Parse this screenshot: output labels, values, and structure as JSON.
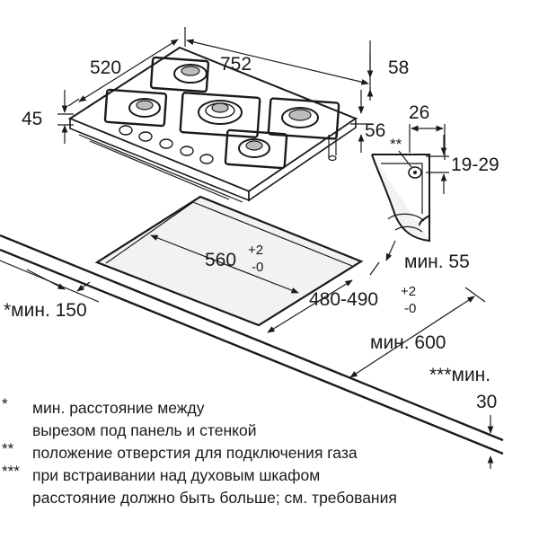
{
  "dimensions": {
    "width": "752",
    "depth": "520",
    "height": "45",
    "rear": "58",
    "side": "56",
    "bracket_width": "26",
    "bracket_height": "19-29",
    "bracket_mark": "**",
    "cutout_width": "560",
    "cutout_width_tol_plus": "+2",
    "cutout_width_tol_minus": "-0",
    "cutout_depth": "480-490",
    "cutout_depth_tol_plus": "+2",
    "cutout_depth_tol_minus": "-0",
    "min_rear": "мин. 55",
    "min_side": "*мин. 150",
    "min_worktop": "мин. 600",
    "min_thickness_label": "***мин.",
    "min_thickness_value": "30"
  },
  "notes": [
    {
      "mark": "*",
      "lines": [
        "мин. расстояние между",
        "вырезом под панель и стенкой"
      ]
    },
    {
      "mark": "**",
      "lines": [
        "положение отверстия для подключения газа"
      ]
    },
    {
      "mark": "***",
      "lines": [
        "при встраивании над духовым шкафом",
        "расстояние должно быть больше; см. требования"
      ]
    }
  ]
}
